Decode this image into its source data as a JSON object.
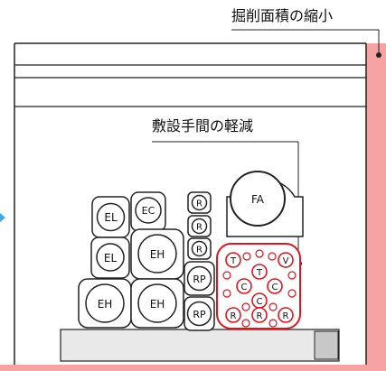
{
  "callouts": {
    "excavation_reduction": "掘削面積の縮小",
    "installation_reduction": "敷設手間の軽減"
  },
  "cable_labels": {
    "el": "EL",
    "ec": "EC",
    "eh": "EH",
    "r": "R",
    "rp": "RP",
    "fa": "FA",
    "t": "T",
    "v": "V",
    "c": "C"
  },
  "colors": {
    "trench_fill": "#f7a3a3",
    "bundle_stroke": "#e0141e",
    "outline": "#222222",
    "pointer": "#3fa9e0",
    "base_block": "#e9e9e9",
    "base_block_dark": "#c8c8c8"
  }
}
